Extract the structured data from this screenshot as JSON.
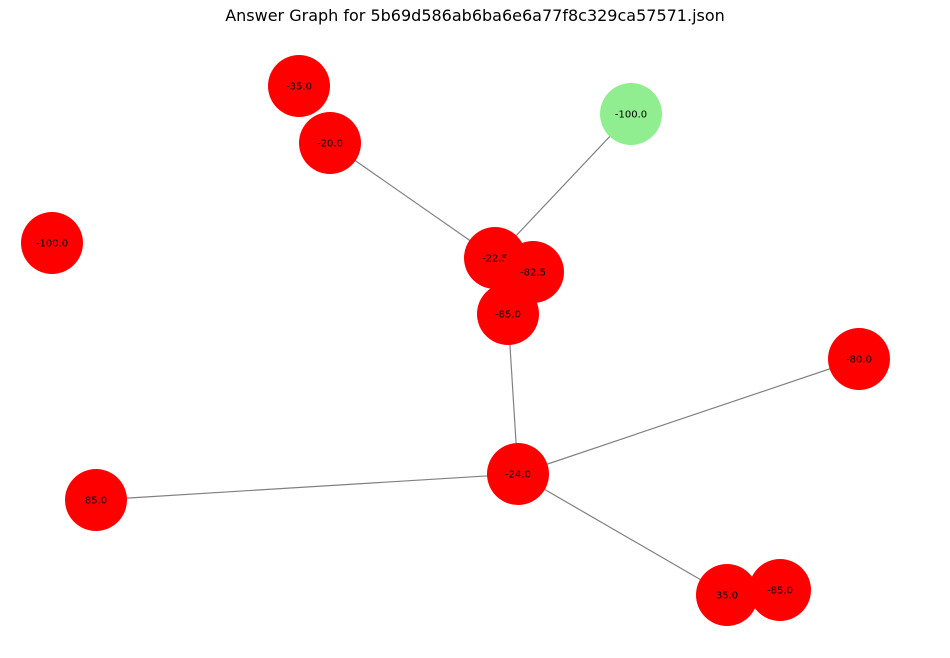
{
  "title": "Answer Graph for 5b69d586ab6ba6e6a77f8c329ca57571.json",
  "colors": {
    "default_node": "#ff0000",
    "highlight_node": "#90ee90",
    "edge": "#808080",
    "label": "#000000"
  },
  "graph": {
    "nodes": [
      {
        "id": "n1",
        "label": "-35.0",
        "color": "red"
      },
      {
        "id": "n2",
        "label": "-20.0",
        "color": "red"
      },
      {
        "id": "n3",
        "label": "-100.0",
        "color": "green"
      },
      {
        "id": "n4",
        "label": "-100.0",
        "color": "red"
      },
      {
        "id": "n5",
        "label": "-22.5",
        "color": "red"
      },
      {
        "id": "n6",
        "label": "-82.5",
        "color": "red"
      },
      {
        "id": "n7",
        "label": "-85.0",
        "color": "red"
      },
      {
        "id": "n8",
        "label": "-80.0",
        "color": "red"
      },
      {
        "id": "n9",
        "label": "-24.0",
        "color": "red"
      },
      {
        "id": "n10",
        "label": "85.0",
        "color": "red"
      },
      {
        "id": "n11",
        "label": "35.0",
        "color": "red"
      },
      {
        "id": "n12",
        "label": "-85.0",
        "color": "red"
      }
    ],
    "edges": [
      {
        "source": "n2",
        "target": "n5"
      },
      {
        "source": "n3",
        "target": "n5"
      },
      {
        "source": "n7",
        "target": "n9"
      },
      {
        "source": "n9",
        "target": "n8"
      },
      {
        "source": "n9",
        "target": "n10"
      },
      {
        "source": "n9",
        "target": "n11"
      }
    ]
  }
}
